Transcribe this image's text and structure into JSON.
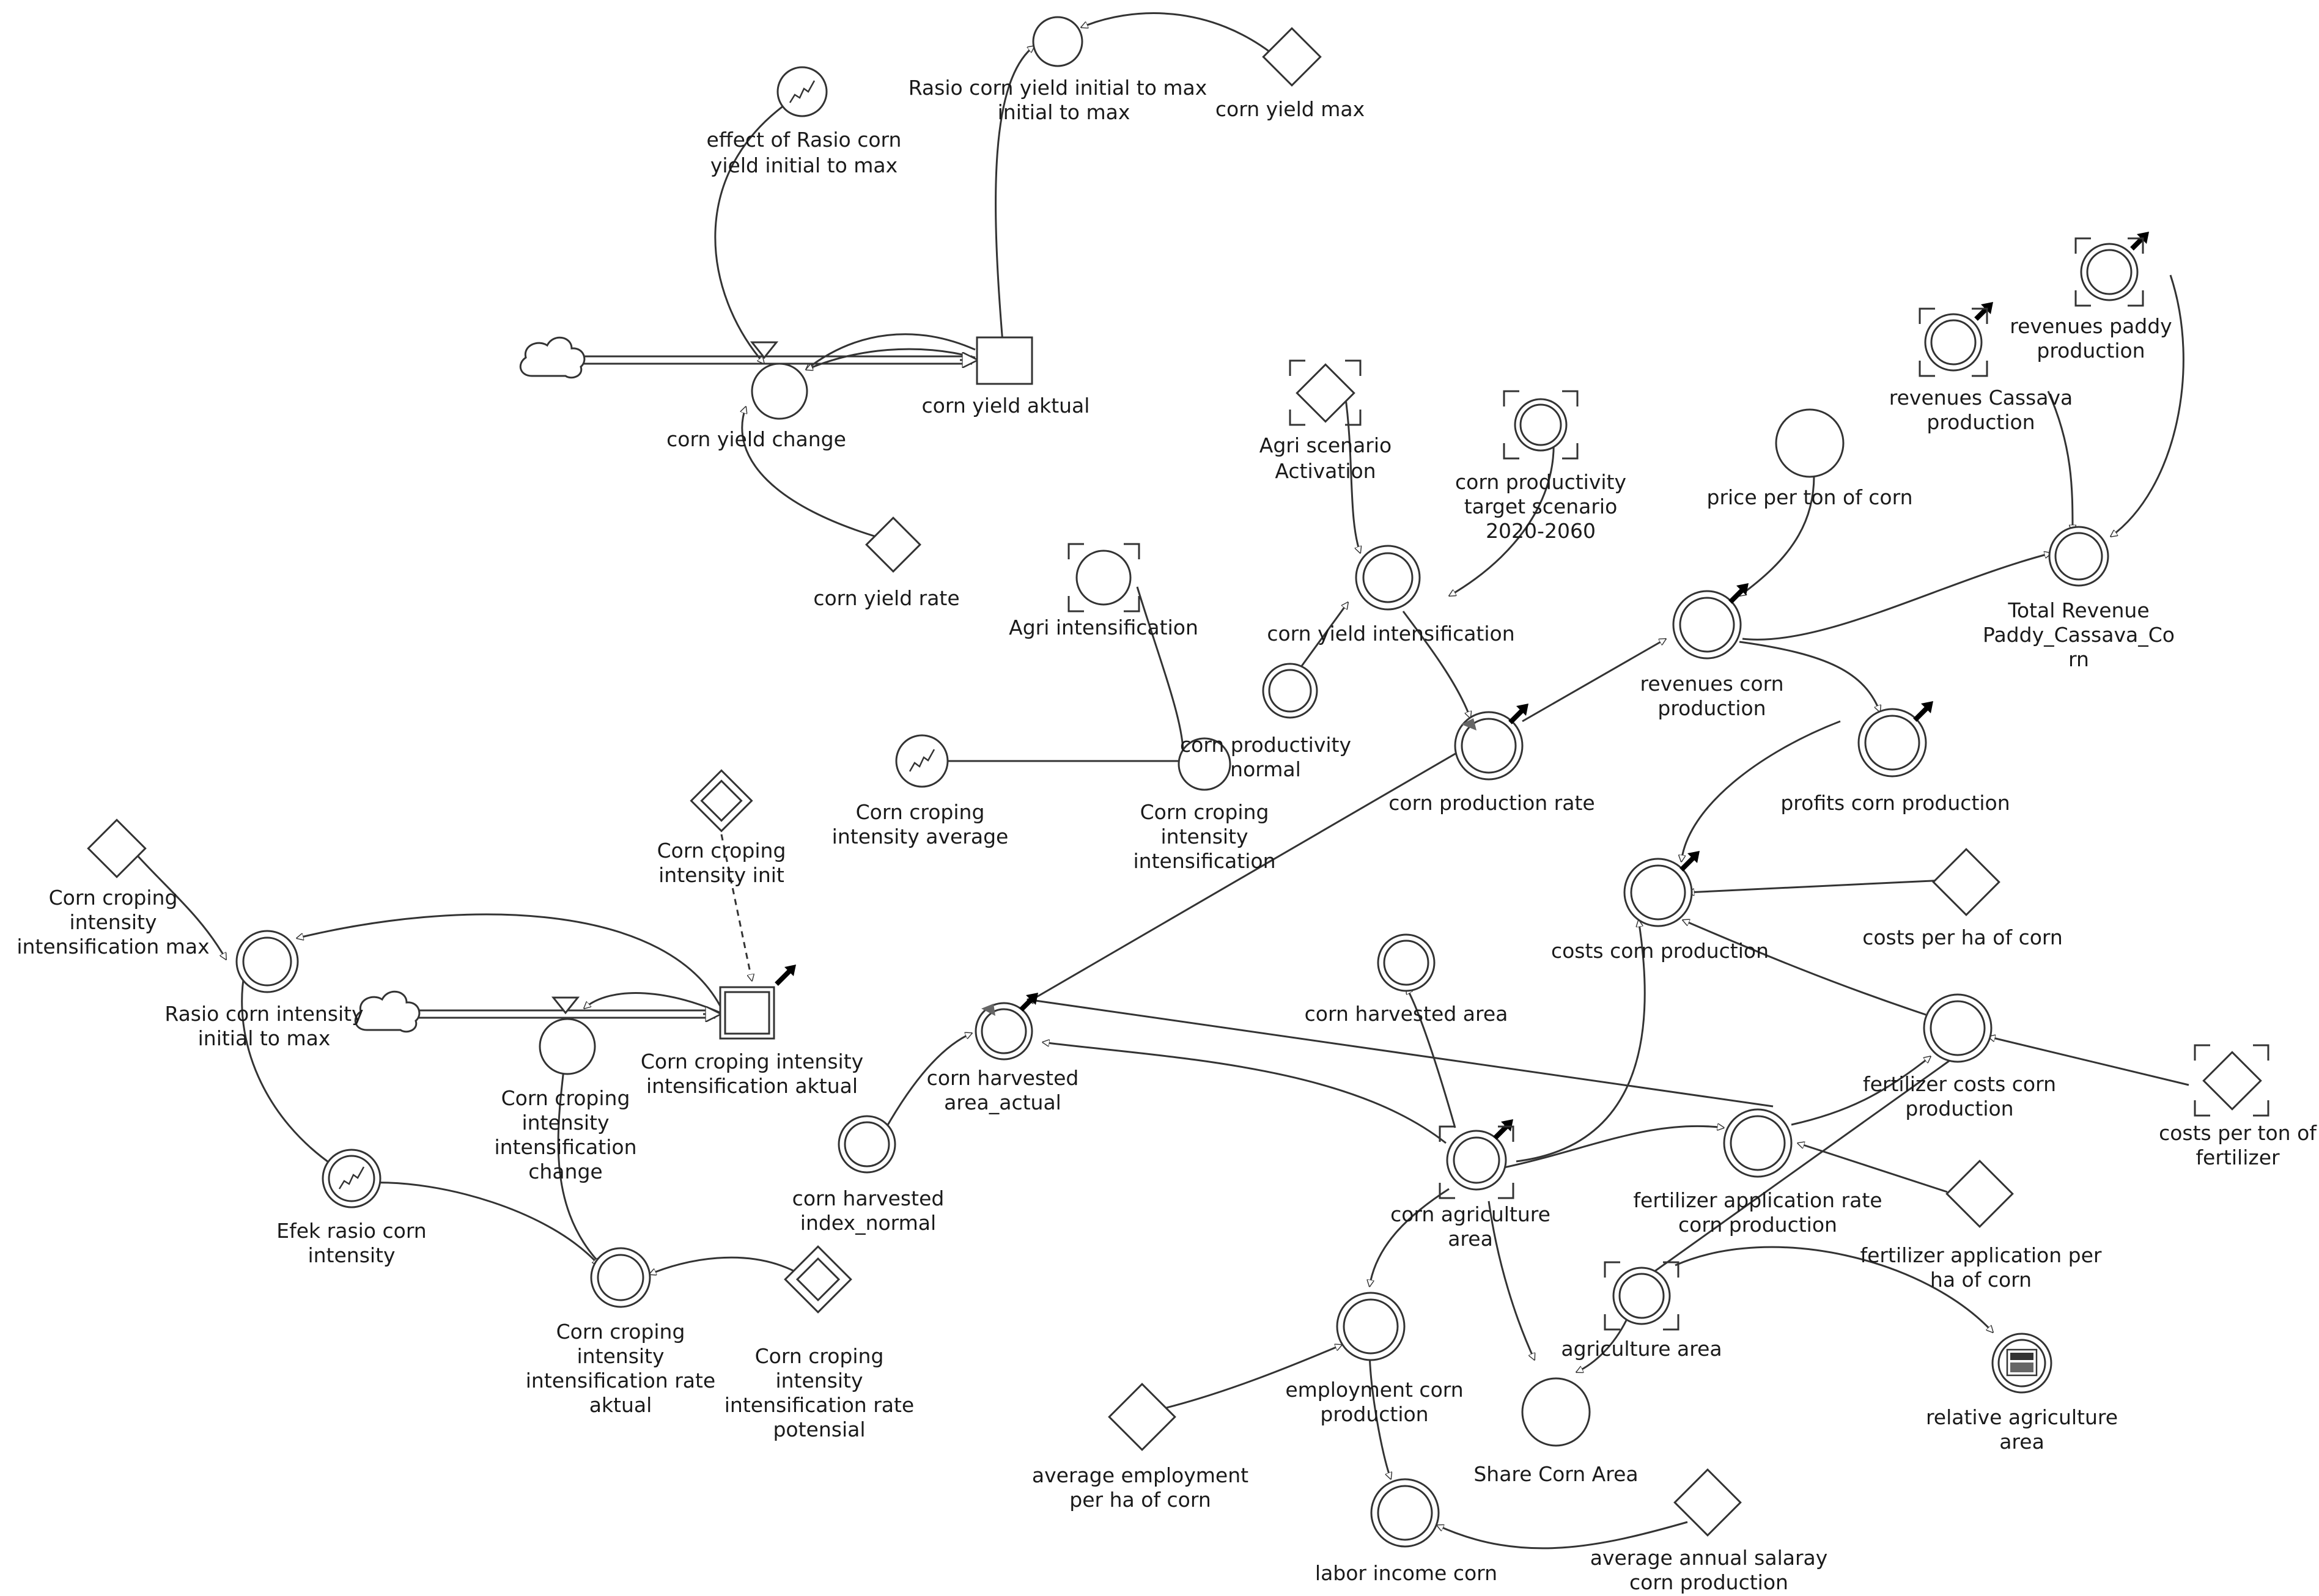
{
  "nodes": {
    "corn_yield_aktual": "corn yield aktual",
    "corn_yield_change": "corn yield change",
    "rasio_corn_yield": "Rasio corn yield initial to max",
    "corn_yield_max": "corn yield max",
    "effect_rasio_corn_yield": "effect of Rasio corn yield initial to max",
    "corn_yield_rate": "corn yield rate",
    "agri_scenario_activation": "Agri scenario Activation",
    "corn_productivity_target": "corn productivity target scenario 2020-2060",
    "revenues_cassava": "revenues Cassava production",
    "revenues_paddy": "revenues paddy production",
    "price_per_ton_corn": "price per ton of corn",
    "total_revenue": "Total Revenue Paddy_Cassava_Corn",
    "agri_intensification": "Agri intensification",
    "corn_yield_intensification": "corn yield intensification",
    "corn_productivity_normal": "corn productivity normal",
    "revenues_corn_production": "revenues corn production",
    "corn_production_rate": "corn production rate",
    "profits_corn_production": "profits corn production",
    "corn_croping_intensity_average": "Corn croping intensity average",
    "corn_croping_intensity_intensification": "Corn croping intensity intensification",
    "corn_croping_intensity_init": "Corn croping intensity init",
    "corn_croping_intensity_max": "Corn croping intensity intensification max",
    "rasio_corn_intensity": "Rasio corn intensity initial to max",
    "corn_croping_intensity_aktual": "Corn croping intensity intensification aktual",
    "corn_croping_intensity_change": "Corn croping intensity intensification change",
    "efek_rasio_corn_intensity": "Efek rasio corn intensity",
    "corn_croping_rate_aktual": "Corn croping intensity intensification rate aktual",
    "corn_croping_rate_potensial": "Corn croping intensity intensification rate potensial",
    "costs_corn_production": "costs corn production",
    "costs_per_ha_corn": "costs per ha of corn",
    "corn_harvested_area": "corn harvested area",
    "corn_harvested_area_actual": "corn harvested area_actual",
    "corn_harvested_index_normal": "corn harvested index_normal",
    "fertilizer_costs_corn": "fertilizer costs corn production",
    "costs_per_ton_fertilizer": "costs per ton of fertilizer",
    "corn_agriculture_area": "corn agriculture area",
    "fertilizer_application_rate": "fertilizer application rate corn production",
    "fertilizer_application_per_ha": "fertilizer application per ha of corn",
    "agriculture_area": "agriculture area",
    "relative_agriculture_area": "relative agriculture area",
    "employment_corn": "employment corn production",
    "share_corn_area": "Share Corn Area",
    "average_employment_per_ha": "average employment per ha of corn",
    "labor_income_corn": "labor income corn",
    "average_annual_salaray": "average annual salaray corn production"
  },
  "colors": {
    "stroke": "#333333",
    "background": "#ffffff",
    "text": "#1a1a1a"
  }
}
